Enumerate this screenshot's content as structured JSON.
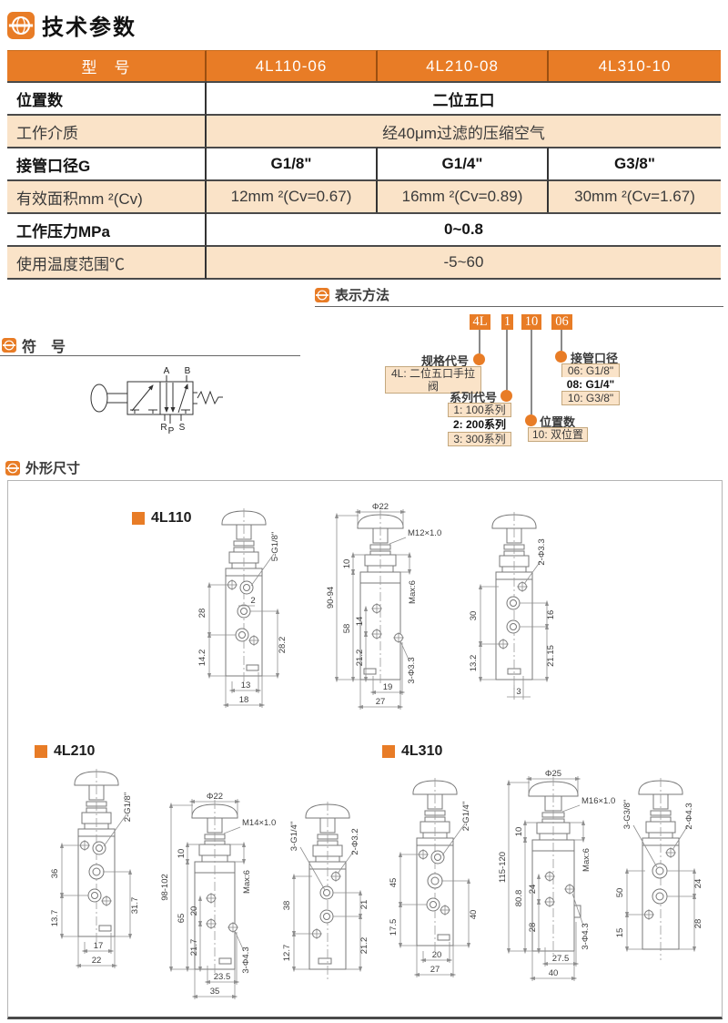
{
  "page": {
    "title": "技术参数"
  },
  "sections": {
    "ordering": "表示方法",
    "symbol": "符　号",
    "dims": "外形尺寸"
  },
  "colors": {
    "accent": "#e87c26",
    "peach": "#fae3c8"
  },
  "table": {
    "header": {
      "label": "型　号",
      "models": [
        "4L110-06",
        "4L210-08",
        "4L310-10"
      ]
    },
    "rows": [
      {
        "label": "位置数",
        "value": "二位五口"
      },
      {
        "label": "工作介质",
        "value": "经40μm过滤的压缩空气"
      },
      {
        "label": "接管口径G",
        "values": [
          "G1/8\"",
          "G1/4\"",
          "G3/8\""
        ]
      },
      {
        "label": "有效面积mm ²(Cv)",
        "values": [
          "12mm ²(Cv=0.67)",
          "16mm ²(Cv=0.89)",
          "30mm ²(Cv=1.67)"
        ]
      },
      {
        "label": "工作压力MPa",
        "value": "0~0.8"
      },
      {
        "label": "使用温度范围℃",
        "value": "-5~60"
      }
    ]
  },
  "ordering": {
    "codes": [
      "4L",
      "1",
      "10",
      "06"
    ],
    "groups": {
      "spec": {
        "label": "规格代号",
        "items": [
          "4L: 二位五口手拉阀"
        ]
      },
      "series": {
        "label": "系列代号",
        "items": [
          "1: 100系列",
          "2: 200系列",
          "3: 300系列"
        ]
      },
      "pos": {
        "label": "位置数",
        "items": [
          "10: 双位置"
        ]
      },
      "port": {
        "label": "接管口径",
        "items": [
          "06: G1/8\"",
          "08: G1/4\"",
          "10: G3/8\""
        ]
      }
    }
  },
  "symbol": {
    "ports": {
      "a": "A",
      "b": "B",
      "r": "R",
      "p": "P",
      "s": "S"
    }
  },
  "models": {
    "m110": "4L110",
    "m210": "4L210",
    "m310": "4L310"
  },
  "dims": {
    "m110": {
      "front": {
        "thread": "5-G1/8\"",
        "g": "2",
        "l1": "28",
        "l2": "14.2",
        "r1": "28.2",
        "b1": "13",
        "b2": "18"
      },
      "mid": {
        "dia": "Φ22",
        "thread": "M12×1.0",
        "t": "10",
        "overall": "90-94",
        "h": "58",
        "i1": "14",
        "i2": "21.2",
        "max": "Max:6",
        "holes": "3-Φ3.3",
        "b1": "19",
        "b2": "27"
      },
      "side": {
        "holes": "2-Φ3.3",
        "l1": "30",
        "l2": "13.2",
        "r1": "16",
        "r2": "21.15",
        "b1": "3"
      }
    },
    "m210": {
      "front": {
        "thread": "2-G1/8\"",
        "l1": "36",
        "l2": "13.7",
        "r1": "31.7",
        "b1": "17",
        "b2": "22"
      },
      "mid": {
        "dia": "Φ22",
        "thread": "M14×1.0",
        "t": "10",
        "overall": "98-102",
        "h": "65",
        "i1": "20",
        "i2": "21.7",
        "max": "Max:6",
        "holes": "3-Φ4.3",
        "b1": "23.5",
        "b2": "35"
      },
      "side": {
        "thread": "3-G1/4\"",
        "holes": "2-Φ3.2",
        "l1": "38",
        "l2": "12.7",
        "r1": "21",
        "r2": "21.2"
      }
    },
    "m310": {
      "front": {
        "thread": "2-G1/4\"",
        "l1": "45",
        "l2": "17.5",
        "r1": "40",
        "b1": "20",
        "b2": "27"
      },
      "mid": {
        "dia": "Φ25",
        "thread": "M16×1.0",
        "t": "10",
        "overall": "115-120",
        "h": "80.8",
        "i1": "24",
        "i2": "28",
        "max": "Max:6",
        "holes": "3-Φ4.3",
        "b1": "27.5",
        "b2": "40"
      },
      "side": {
        "thread": "3-G3/8\"",
        "holes": "2-Φ4.3",
        "l1": "50",
        "l2": "15",
        "r1": "24",
        "r2": "28"
      }
    }
  }
}
